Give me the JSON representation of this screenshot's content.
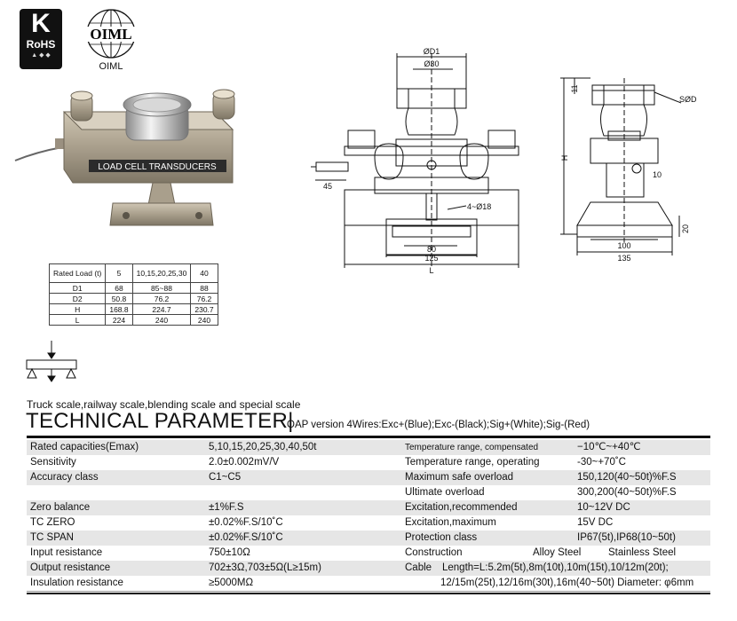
{
  "logos": {
    "rohs_letter": "K",
    "rohs_text": "RoHS",
    "oiml_mark": "OIML",
    "oiml_caption": "OIML"
  },
  "product_photo": {
    "band_text": "LOAD CELL TRANSDUCERS"
  },
  "drawing_front": {
    "d1": "ØD1",
    "d30": "Ø30",
    "dim45": "45",
    "hole": "4~Ø18",
    "dim80": "80",
    "dim125": "125",
    "dimL": "L"
  },
  "drawing_side": {
    "dim11": "11",
    "sd2": "SØD2",
    "dimH": "H",
    "dim10": "10",
    "dim20": "20",
    "dim100": "100",
    "dim135": "135"
  },
  "spec_table": {
    "headers": [
      "Rated Load (t)",
      "5",
      "10,15,20,25,30",
      "40"
    ],
    "rows": [
      [
        "D1",
        "68",
        "85~88",
        "88"
      ],
      [
        "D2",
        "50.8",
        "76.2",
        "76.2"
      ],
      [
        "H",
        "168.8",
        "224.7",
        "230.7"
      ],
      [
        "L",
        "224",
        "240",
        "240"
      ]
    ]
  },
  "use_line": "Truck scale,railway scale,blending scale and special scale",
  "title": "TECHNICAL PARAMETER|",
  "oap_line": "OAP version 4Wires:Exc+(Blue);Exc-(Black);Sig+(White);Sig-(Red)",
  "params": {
    "r0": {
      "l1": "Rated capacities(Emax)",
      "v1": "5,10,15,20,25,30,40,50t",
      "l2": "Temperature range, compensated",
      "v2": "−10℃~+40℃"
    },
    "r1": {
      "l1": "Sensitivity",
      "v1": "2.0±0.002mV/V",
      "l2": "Temperature range, operating",
      "v2": "-30~+70˚C"
    },
    "r2": {
      "l1": "Accuracy class",
      "v1": "C1~C5",
      "l2": "Maximum safe overload",
      "v2": "150,120(40~50t)%F.S"
    },
    "r3": {
      "l2": "Ultimate overload",
      "v2": "300,200(40~50t)%F.S"
    },
    "r4": {
      "l1": "Zero balance",
      "v1": "±1%F.S",
      "l2": "Excitation,recommended",
      "v2": "10~12V DC"
    },
    "r5": {
      "l1": "TC ZERO",
      "v1": "±0.02%F.S/10˚C",
      "l2": "Excitation,maximum",
      "v2": "15V DC"
    },
    "r6": {
      "l1": "TC SPAN",
      "v1": "±0.02%F.S/10˚C",
      "l2": "Protection class",
      "v2": "IP67(5t),IP68(10~50t)"
    },
    "r7": {
      "l1": "Input resistance",
      "v1": "750±10Ω",
      "l2": "Construction",
      "v2a": "Alloy Steel",
      "v2b": "Stainless Steel"
    },
    "r8": {
      "l1": "Output resistance",
      "v1": "702±3Ω,703±5Ω(L≥15m)",
      "l2": "Cable",
      "v2": "Length=L:5.2m(5t),8m(10t),10m(15t),10/12m(20t);"
    },
    "r9": {
      "l1": "Insulation resistance",
      "v1": "≥5000MΩ",
      "v2": "12/15m(25t),12/16m(30t),16m(40~50t)  Diameter: φ6mm"
    }
  }
}
